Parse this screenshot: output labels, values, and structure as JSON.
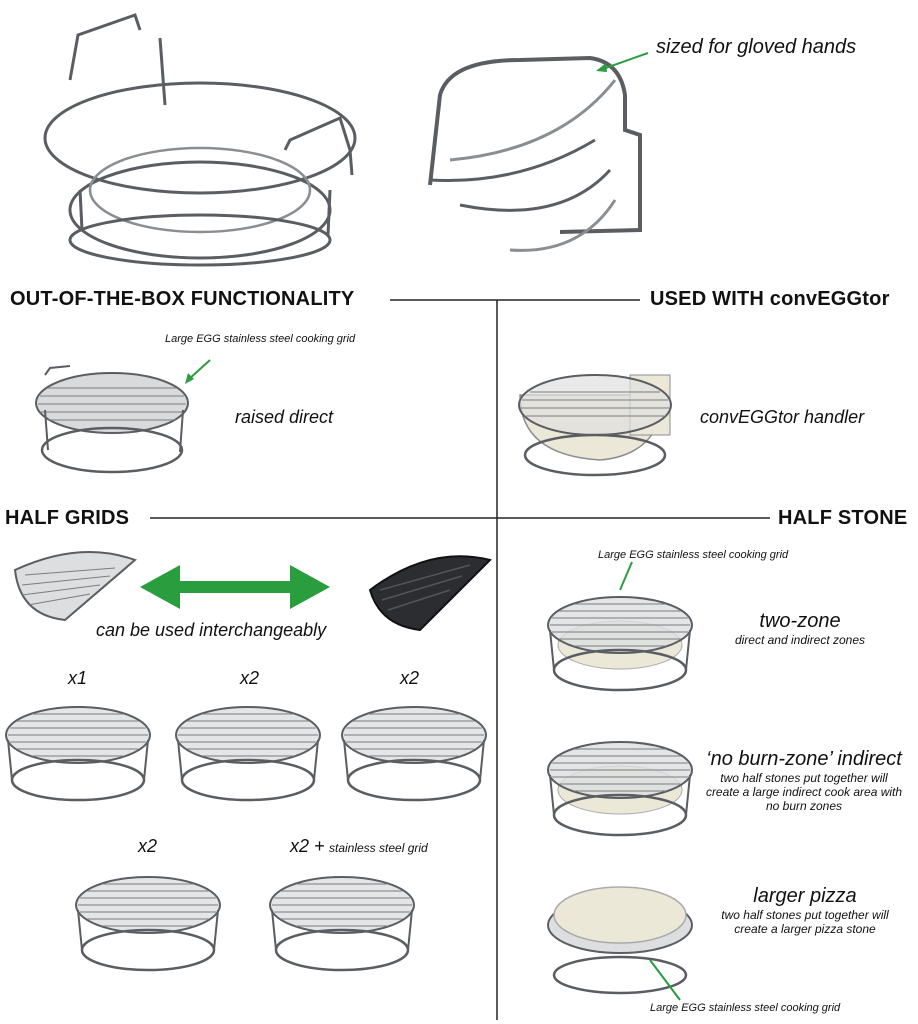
{
  "callouts": {
    "gloved_hands": "sized for gloved hands",
    "grid_top_left": "Large EGG stainless steel cooking grid",
    "grid_half_stone": "Large EGG stainless steel cooking grid",
    "grid_bottom": "Large EGG stainless steel cooking grid"
  },
  "sections": {
    "out_of_box": {
      "heading": "OUT-OF-THE-BOX FUNCTIONALITY",
      "caption": "raised direct"
    },
    "convegg": {
      "heading": "USED WITH convEGGtor",
      "caption": "convEGGtor handler"
    },
    "half_grids": {
      "heading": "HALF GRIDS",
      "interchange": "can be used interchangeably",
      "configs": [
        {
          "label": "x1"
        },
        {
          "label": "x2"
        },
        {
          "label": "x2"
        },
        {
          "label": "x2"
        },
        {
          "label": "x2 +",
          "suffix": "stainless steel grid"
        }
      ]
    },
    "half_stone": {
      "heading": "HALF STONE",
      "items": [
        {
          "title": "two-zone",
          "desc": "direct and indirect zones"
        },
        {
          "title": "‘no burn-zone’ indirect",
          "desc": "two half stones put together will create a large indirect cook area with no burn zones"
        },
        {
          "title": "larger pizza",
          "desc": "two half stones put together will create a larger pizza stone"
        }
      ]
    }
  },
  "colors": {
    "accent_green": "#2a9d3f",
    "steel": "#5a5d61",
    "stone": "#ece8d8",
    "cast_iron": "#2b2d30"
  }
}
